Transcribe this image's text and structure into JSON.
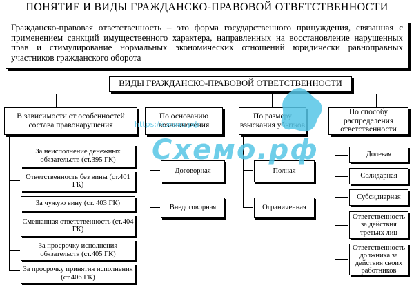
{
  "title": "ПОНЯТИЕ И ВИДЫ ГРАЖДАНСКО-ПРАВОВОЙ ОТВЕТСТВЕННОСТИ",
  "definition": "Гражданско-правовая ответственность – это форма государственного принуждения, связанная с применением санкций имущественного характера, направленных на восстановление нарушенных прав и стимулирование нормальных экономических отношений юридически равноправных участников гражданского оборота",
  "types_header": "ВИДЫ ГРАЖДАНСКО-ПРАВОВОЙ ОТВЕТСТВЕННОСТИ",
  "categories": [
    {
      "label": "В зависимости от особенностей состава правонарушения",
      "items": [
        "За неисполнение денежных обязательств (ст.395 ГК)",
        "Ответственность без вины (ст.401 ГК)",
        "За чужую вину (ст. 403 ГК)",
        "Смешанная ответственность (ст.404 ГК)",
        "За просрочку исполнения обязательств (ст.405 ГК)",
        "За просрочку принятия исполнения (ст.406 ГК)"
      ]
    },
    {
      "label": "По основанию возникновения",
      "items": [
        "Договорная",
        "Внедоговорная"
      ]
    },
    {
      "label": "По размеру взыскания убытков",
      "items": [
        "Полная",
        "Ограниченная"
      ]
    },
    {
      "label": "По способу распределения ответственности",
      "items": [
        "Долевая",
        "Солидарная",
        "Субсидиарная",
        "Ответственность за действия третьих лиц",
        "Ответственность должника за действия своих работников"
      ]
    }
  ],
  "watermark": {
    "text": "Схемо.рф",
    "url": "https://схемо.рф",
    "color": "#56c6e6"
  }
}
